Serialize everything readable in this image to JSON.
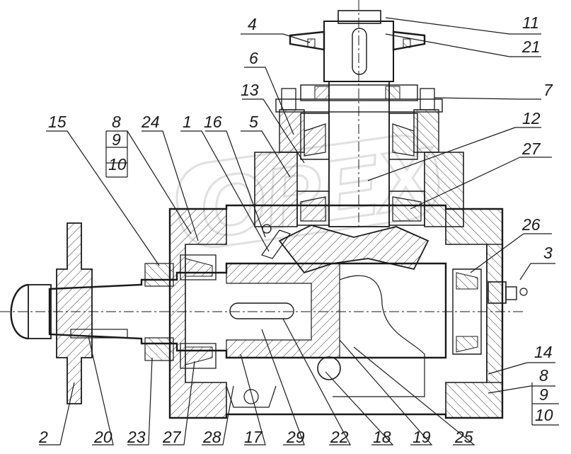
{
  "drawing": {
    "watermark_text": "OPEX",
    "callouts": {
      "c1": "1",
      "c2": "2",
      "c3": "3",
      "c4": "4",
      "c5": "5",
      "c6": "6",
      "c7": "7",
      "c8_left": "8",
      "c9_left": "9",
      "c10_left": "10",
      "c11": "11",
      "c12": "12",
      "c13": "13",
      "c14": "14",
      "c15": "15",
      "c16": "16",
      "c17": "17",
      "c18": "18",
      "c19": "19",
      "c20": "20",
      "c21": "21",
      "c22": "22",
      "c23": "23",
      "c24": "24",
      "c25": "25",
      "c26": "26",
      "c27_top": "27",
      "c27_bottom": "27",
      "c28": "28",
      "c29": "29",
      "c8_right": "8",
      "c9_right": "9",
      "c10_right": "10"
    }
  }
}
